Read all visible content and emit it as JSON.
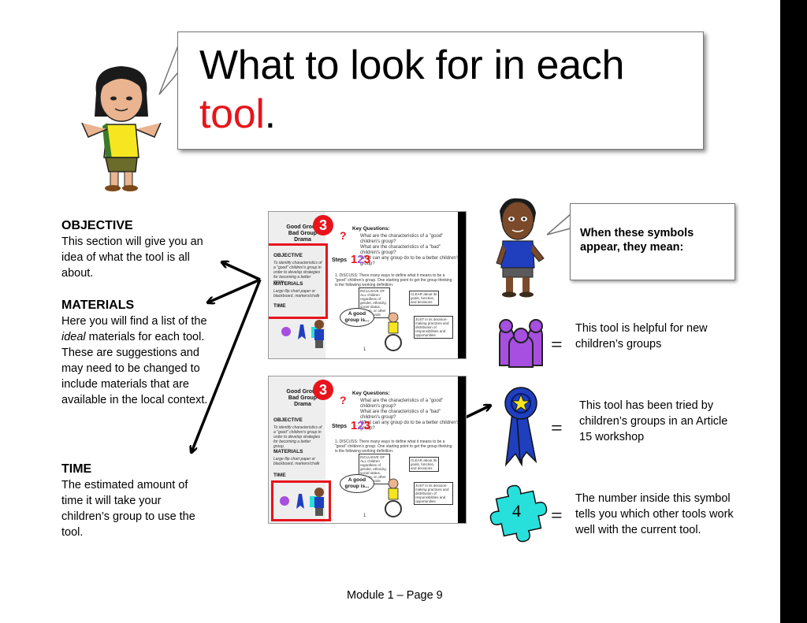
{
  "title": {
    "line1": "What to look for in each",
    "accent": "tool",
    "period": "."
  },
  "callout": {
    "text": "When these symbols appear, they mean:"
  },
  "sections": [
    {
      "heading": "OBJECTIVE",
      "body": "This section will give you an idea of what the tool is all about."
    },
    {
      "heading": "MATERIALS",
      "body_pre": "Here you will find a list of the ",
      "body_em": "ideal",
      "body_post": " materials for each tool.  These are suggestions and may need to be changed to include materials that are available in the local context."
    },
    {
      "heading": "TIME",
      "body": "The estimated amount of time it will take your children’s group to use the tool."
    }
  ],
  "legend": [
    {
      "icon": "people-group-icon",
      "color": "#a64fe0",
      "equals": "=",
      "text": "This tool is helpful for new children’s groups"
    },
    {
      "icon": "ribbon-award-icon",
      "color": "#1f3fbf",
      "equals": "=",
      "text": "This tool has been tried by children’s groups in an Article 15 workshop"
    },
    {
      "icon": "puzzle-piece-icon",
      "color": "#27e0dc",
      "number": "4",
      "equals": "=",
      "text": "The number inside this symbol tells you which other tools work well with the current tool."
    }
  ],
  "thumbnail": {
    "tool_title": "Good Group Bad Group Drama",
    "tool_number": "3",
    "key_questions_heading": "Key Questions:",
    "key_questions": [
      "What are the characteristics of a \"good\" children's group?",
      "What are the characteristics of a \"bad\" children's group?",
      "What can any group do to be a better children's group?"
    ],
    "objective_heading": "OBJECTIVE",
    "objective_text": "To identify characteristics of a \"good\" children's group in order to develop strategies for becoming a better group.",
    "materials_heading": "MATERIALS",
    "materials_text": "Large flip chart paper or blackboard, markers/chalk",
    "time_heading": "TIME",
    "steps_heading": "Steps",
    "steps_text": "1. DISCUSS: There many ways to define what it means to be a \"good\" children's group. One starting point to get the group thinking is the following working definition:",
    "bubble_inclusive": "INCLUSIVE OF ALL children regardless of gender, ethnicity, social status, religion, or other backgrounds",
    "bubble_clear": "CLEAR about its goals, function, and decisions",
    "bubble_just": "JUST in its decision-making practices and distribution of responsibilities and opportunities",
    "bubble_good": "A good group is...",
    "page_number": "1"
  },
  "footer": "Module 1 – Page 9"
}
